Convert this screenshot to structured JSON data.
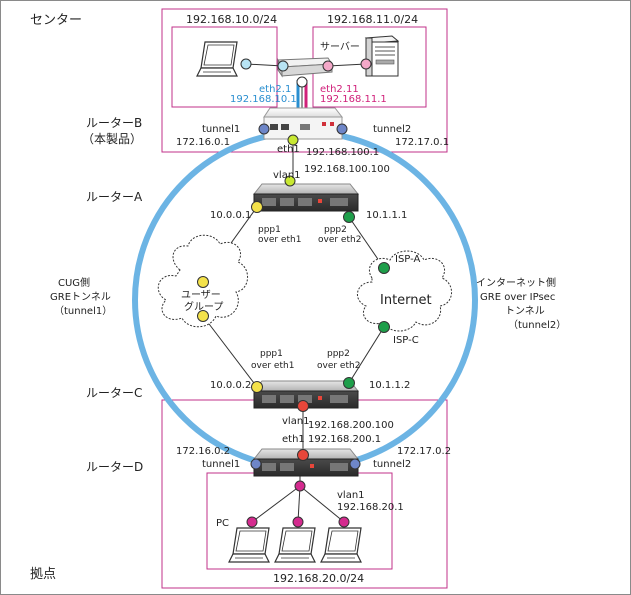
{
  "colors": {
    "tunnel_ring": "#6cb4e4",
    "box_border": "#c0308a",
    "node_lime": "#c8e832",
    "node_yellow": "#f4e24a",
    "node_green": "#1e9e4a",
    "node_red": "#e8463a",
    "node_blue": "#6e86c8",
    "node_cyan": "#b8e4f4",
    "node_pink": "#f4a8c8",
    "node_magenta": "#d42a8e",
    "eth_blue": "#2a8fd0",
    "eth_pink": "#d0207a"
  },
  "sites": {
    "center": "センター",
    "branch": "拠点"
  },
  "routers": {
    "b": "ルーターB",
    "b_note": "（本製品）",
    "a": "ルーターA",
    "c": "ルーターC",
    "d": "ルーターD"
  },
  "center_net": {
    "lan1": "192.168.10.0/24",
    "lan2": "192.168.11.0/24",
    "server": "サーバー",
    "eth21": "eth2.1",
    "eth21_ip": "192.168.10.1",
    "eth211": "eth2.11",
    "eth211_ip": "192.168.11.1"
  },
  "router_b": {
    "tunnel1": "tunnel1",
    "tunnel1_ip": "172.16.0.1",
    "tunnel2": "tunnel2",
    "tunnel2_ip": "172.17.0.1",
    "eth1": "eth1",
    "eth1_ip": "192.168.100.1"
  },
  "router_a": {
    "vlan1": "vlan1",
    "vlan1_ip": "192.168.100.100",
    "ppp1_ip": "10.0.0.1",
    "ppp2_ip": "10.1.1.1",
    "ppp1": "ppp1",
    "ppp1_over": "over eth1",
    "ppp2": "ppp2",
    "ppp2_over": "over eth2"
  },
  "clouds": {
    "cug": "ユーザー\nグループ",
    "cug_line1": "ユーザー",
    "cug_line2": "グループ",
    "internet": "Internet",
    "isp_a": "ISP-A",
    "isp_c": "ISP-C"
  },
  "side_labels": {
    "cug1": "CUG側",
    "cug2": "GREトンネル",
    "cug3": "（tunnel1）",
    "inet1": "インターネット側",
    "inet2": "GRE over IPsec",
    "inet3": "トンネル",
    "inet4": "（tunnel2）"
  },
  "router_c": {
    "ppp1": "ppp1",
    "ppp1_over": "over eth1",
    "ppp2": "ppp2",
    "ppp2_over": "over eth2",
    "ppp1_ip": "10.0.0.2",
    "ppp2_ip": "10.1.1.2",
    "vlan1": "vlan1",
    "vlan1_ip": "192.168.200.100"
  },
  "router_d": {
    "eth1": "eth1",
    "eth1_ip": "192.168.200.1",
    "tunnel1_ip": "172.16.0.2",
    "tunnel1": "tunnel1",
    "tunnel2_ip": "172.17.0.2",
    "tunnel2": "tunnel2",
    "vlan1": "vlan1",
    "vlan1_ip": "192.168.20.1"
  },
  "branch_net": {
    "pc": "PC",
    "lan": "192.168.20.0/24"
  }
}
